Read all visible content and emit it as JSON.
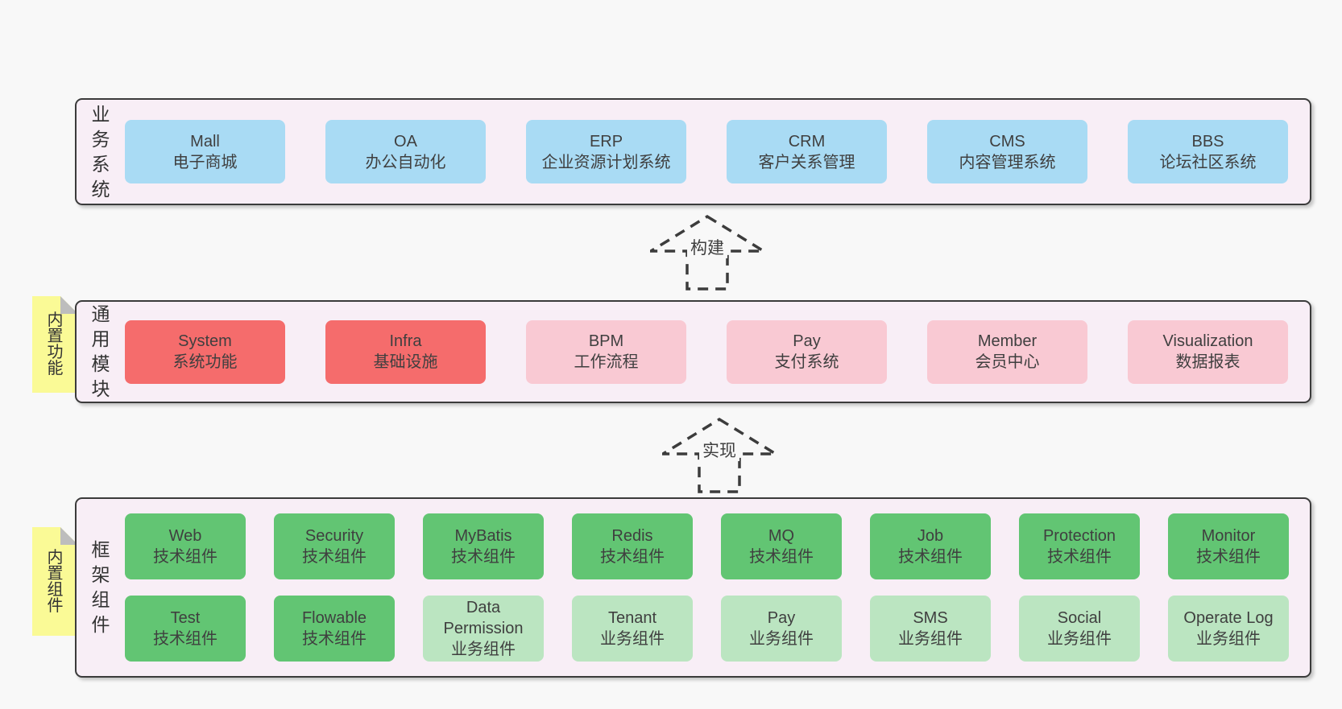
{
  "layers": [
    {
      "label": "业务系统",
      "boxes": [
        {
          "name": "Mall",
          "desc": "电子商城",
          "variant": "blue"
        },
        {
          "name": "OA",
          "desc": "办公自动化",
          "variant": "blue"
        },
        {
          "name": "ERP",
          "desc": "企业资源计划系统",
          "variant": "blue"
        },
        {
          "name": "CRM",
          "desc": "客户关系管理",
          "variant": "blue"
        },
        {
          "name": "CMS",
          "desc": "内容管理系统",
          "variant": "blue"
        },
        {
          "name": "BBS",
          "desc": "论坛社区系统",
          "variant": "blue"
        }
      ]
    },
    {
      "label": "通用模块",
      "tag": "内置功能",
      "boxes": [
        {
          "name": "System",
          "desc": "系统功能",
          "variant": "red"
        },
        {
          "name": "Infra",
          "desc": "基础设施",
          "variant": "red"
        },
        {
          "name": "BPM",
          "desc": "工作流程",
          "variant": "pink"
        },
        {
          "name": "Pay",
          "desc": "支付系统",
          "variant": "pink"
        },
        {
          "name": "Member",
          "desc": "会员中心",
          "variant": "pink"
        },
        {
          "name": "Visualization",
          "desc": "数据报表",
          "variant": "pink"
        }
      ]
    },
    {
      "label": "框架组件",
      "tag": "内置组件",
      "rows": [
        [
          {
            "name": "Web",
            "desc": "技术组件",
            "variant": "green"
          },
          {
            "name": "Security",
            "desc": "技术组件",
            "variant": "green"
          },
          {
            "name": "MyBatis",
            "desc": "技术组件",
            "variant": "green"
          },
          {
            "name": "Redis",
            "desc": "技术组件",
            "variant": "green"
          },
          {
            "name": "MQ",
            "desc": "技术组件",
            "variant": "green"
          },
          {
            "name": "Job",
            "desc": "技术组件",
            "variant": "green"
          },
          {
            "name": "Protection",
            "desc": "技术组件",
            "variant": "green"
          },
          {
            "name": "Monitor",
            "desc": "技术组件",
            "variant": "green"
          }
        ],
        [
          {
            "name": "Test",
            "desc": "技术组件",
            "variant": "green"
          },
          {
            "name": "Flowable",
            "desc": "技术组件",
            "variant": "green"
          },
          {
            "name": "Data Permission",
            "desc": "业务组件",
            "variant": "lightgreen"
          },
          {
            "name": "Tenant",
            "desc": "业务组件",
            "variant": "lightgreen"
          },
          {
            "name": "Pay",
            "desc": "业务组件",
            "variant": "lightgreen"
          },
          {
            "name": "SMS",
            "desc": "业务组件",
            "variant": "lightgreen"
          },
          {
            "name": "Social",
            "desc": "业务组件",
            "variant": "lightgreen"
          },
          {
            "name": "Operate Log",
            "desc": "业务组件",
            "variant": "lightgreen"
          }
        ]
      ]
    }
  ],
  "arrows": [
    {
      "label": "构建"
    },
    {
      "label": "实现"
    }
  ],
  "colors": {
    "page_bg": "#f8f8f8",
    "layer_bg": "#f8eef6",
    "layer_border": "#3b3b3b",
    "blue": "#a9dbf4",
    "red": "#f56c6c",
    "pink": "#f9c9d3",
    "green": "#62c573",
    "light_green": "#bbe5c1",
    "note_yellow": "#fafa96",
    "note_fold": "#bdbdbd",
    "text": "#3f3f3f",
    "arrow": "#3c3c3c"
  }
}
